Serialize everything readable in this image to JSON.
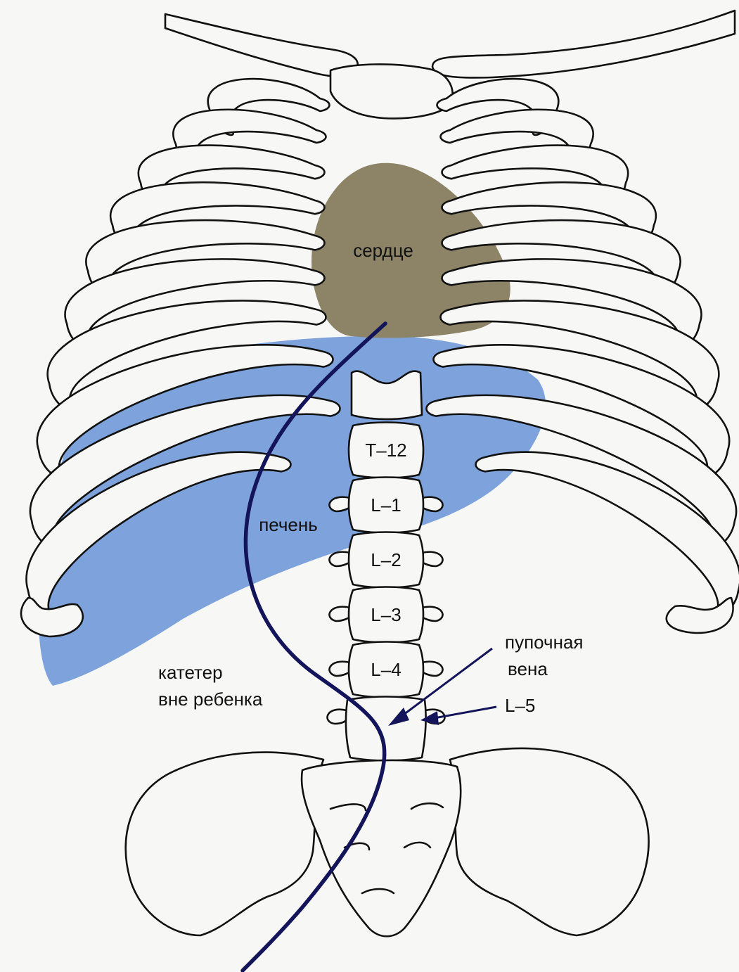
{
  "labels": {
    "heart": "сердце",
    "liver": "печень",
    "catheter": [
      "катетер",
      "вне ребенка"
    ],
    "umbilical_vein": [
      "пупочная",
      "вена"
    ],
    "l5": "L–5"
  },
  "vertebrae": [
    "T–12",
    "L–1",
    "L–2",
    "L–3",
    "L–4"
  ],
  "colors": {
    "heart": "#8d8468",
    "liver": "#7ea3dc",
    "catheter": "#14145a",
    "outline": "#111111",
    "background": "#f7f8f6"
  }
}
